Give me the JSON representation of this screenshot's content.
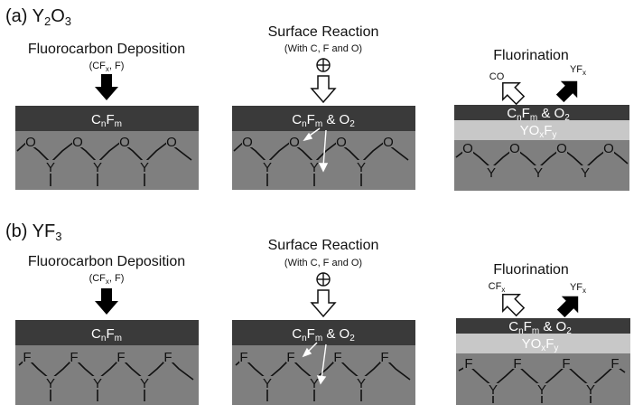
{
  "colors": {
    "dark_layer": "#3a3a3a",
    "substrate": "#7f7f7f",
    "oxyfluoride_layer": "#c8c8c8",
    "arrow_fill": "#000000",
    "open_arrow": "#ffffff"
  },
  "icons": {
    "filled_arrow": "down-arrow-filled-icon",
    "open_arrow": "down-arrow-open-icon",
    "plus": "circled-plus-icon"
  },
  "panels": [
    {
      "id": "a",
      "label_prefix": "(a) ",
      "material": {
        "base": "Y",
        "sub1": "2",
        "mid": "O",
        "sub2": "3"
      },
      "deposition": {
        "title": "Fluorocarbon Deposition",
        "species": {
          "p1": "(CF",
          "sub": "x",
          "p2": ", F)"
        },
        "layer": {
          "base": "C",
          "s1": "n",
          "mid": "F",
          "s2": "m"
        }
      },
      "reaction": {
        "title": "Surface Reaction",
        "subtitle": "(With C, F and O)",
        "layer": {
          "base": "C",
          "s1": "n",
          "mid": "F",
          "s2": "m",
          "tail": " & O",
          "s3": "2"
        }
      },
      "fluorination": {
        "title": "Fluorination",
        "left_product": {
          "base": "CO",
          "sub": ""
        },
        "right_product": {
          "base": "YF",
          "sub": "x"
        },
        "top_layer": {
          "base": "C",
          "s1": "n",
          "mid": "F",
          "s2": "m",
          "tail": " & O",
          "s3": "2"
        },
        "mid_layer": {
          "base": "YO",
          "s1": "x",
          "mid": "F",
          "s2": "y"
        }
      },
      "atoms": {
        "upper": "O",
        "lower": "Y"
      }
    },
    {
      "id": "b",
      "label_prefix": "(b) ",
      "material": {
        "base": "YF",
        "sub1": "3",
        "mid": "",
        "sub2": ""
      },
      "deposition": {
        "title": "Fluorocarbon Deposition",
        "species": {
          "p1": "(CF",
          "sub": "x",
          "p2": ", F)"
        },
        "layer": {
          "base": "C",
          "s1": "n",
          "mid": "F",
          "s2": "m"
        }
      },
      "reaction": {
        "title": "Surface Reaction",
        "subtitle": "(With C, F and O)",
        "layer": {
          "base": "C",
          "s1": "n",
          "mid": "F",
          "s2": "m",
          "tail": " & O",
          "s3": "2"
        }
      },
      "fluorination": {
        "title": "Fluorination",
        "left_product": {
          "base": "CF",
          "sub": "x"
        },
        "right_product": {
          "base": "YF",
          "sub": "x"
        },
        "top_layer": {
          "base": "C",
          "s1": "n",
          "mid": "F",
          "s2": "m",
          "tail": " & O",
          "s3": "2"
        },
        "mid_layer": {
          "base": "YO",
          "s1": "x",
          "mid": "F",
          "s2": "y"
        }
      },
      "atoms": {
        "upper": "F",
        "lower": "Y"
      }
    }
  ]
}
